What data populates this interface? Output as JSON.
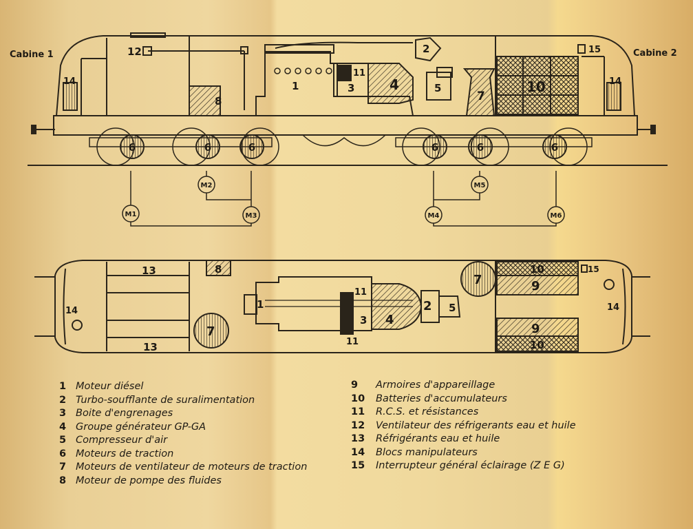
{
  "cabins": {
    "left": "Cabine 1",
    "right": "Cabine 2"
  },
  "side_view": {
    "labels": {
      "n1": "1",
      "n2": "2",
      "n3": "3",
      "n4": "4",
      "n5": "5",
      "n7": "7",
      "n8": "8",
      "n10": "10",
      "n11": "11",
      "n12": "12",
      "n14a": "14",
      "n14b": "14",
      "n15": "15"
    },
    "wheel_label": "6",
    "motors": [
      "M1",
      "M2",
      "M3",
      "M4",
      "M5",
      "M6"
    ]
  },
  "top_view": {
    "labels": {
      "n1": "1",
      "n2": "2",
      "n3": "3",
      "n4": "4",
      "n5": "5",
      "n7a": "7",
      "n7b": "7",
      "n8": "8",
      "n9a": "9",
      "n9b": "9",
      "n10a": "10",
      "n10b": "10",
      "n11a": "11",
      "n11b": "11",
      "n13a": "13",
      "n13b": "13",
      "n14a": "14",
      "n14b": "14",
      "n15": "15"
    }
  },
  "legend": {
    "left": [
      {
        "num": "1",
        "text": "Moteur diésel"
      },
      {
        "num": "2",
        "text": "Turbo-soufflante de suralimentation"
      },
      {
        "num": "3",
        "text": "Boite d'engrenages"
      },
      {
        "num": "4",
        "text": "Groupe générateur GP-GA"
      },
      {
        "num": "5",
        "text": "Compresseur d'air"
      },
      {
        "num": "6",
        "text": "Moteurs de traction"
      },
      {
        "num": "7",
        "text": "Moteurs de ventilateur de moteurs de traction"
      },
      {
        "num": "8",
        "text": "Moteur de pompe  des fluides"
      }
    ],
    "right": [
      {
        "num": "9",
        "text": "Armoires d'appareillage"
      },
      {
        "num": "10",
        "text": "Batteries d'accumulateurs"
      },
      {
        "num": "11",
        "text": "R.C.S. et résistances"
      },
      {
        "num": "12",
        "text": "Ventilateur des réfrigerants eau et huile"
      },
      {
        "num": "13",
        "text": "Réfrigérants eau et huile"
      },
      {
        "num": "14",
        "text": "Blocs manipulateurs"
      },
      {
        "num": "15",
        "text": "Interrupteur général éclairage (Z E G)"
      }
    ]
  }
}
